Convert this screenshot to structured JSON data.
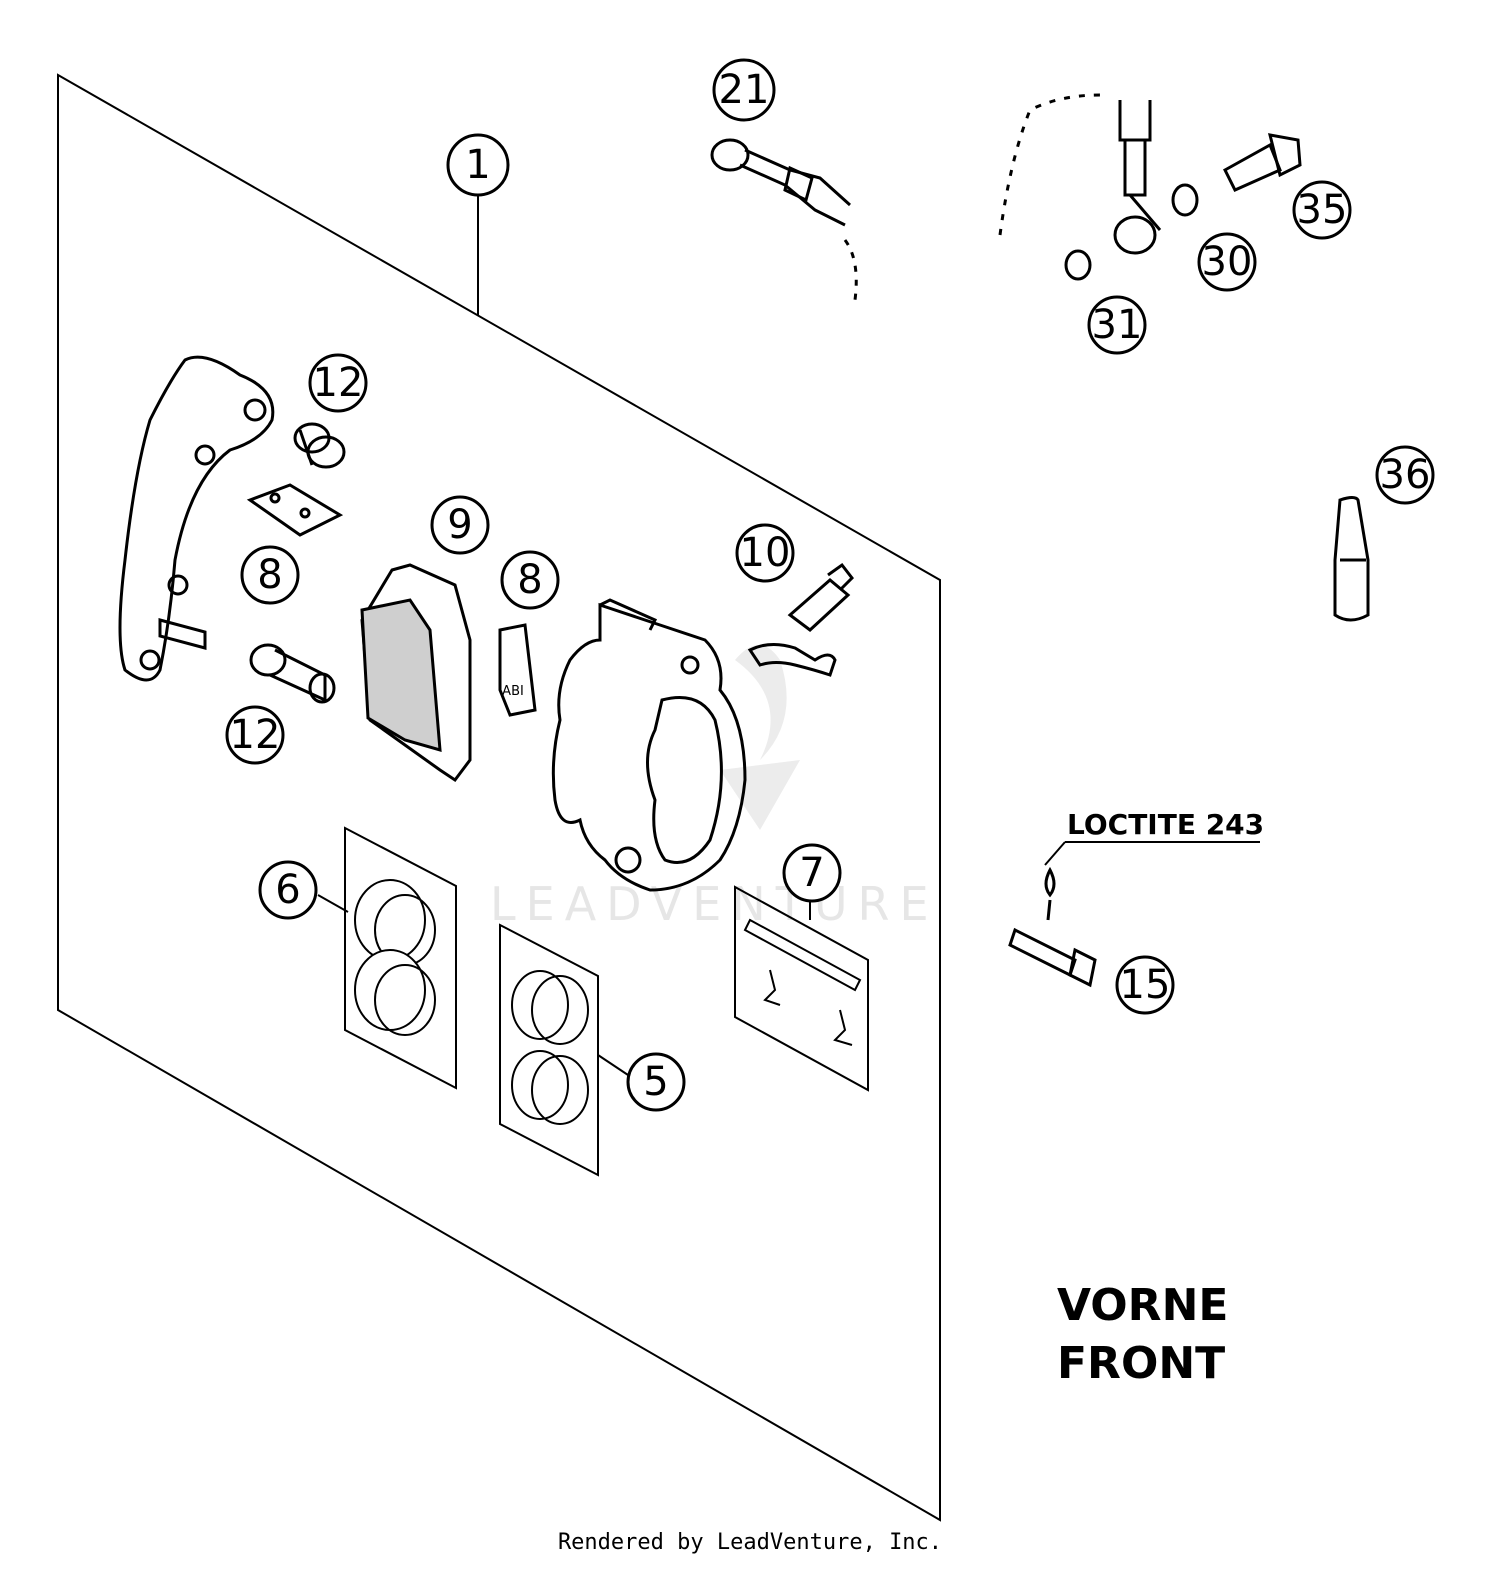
{
  "callouts": {
    "c1": "1",
    "c5": "5",
    "c6": "6",
    "c7": "7",
    "c8a": "8",
    "c8b": "8",
    "c9": "9",
    "c10": "10",
    "c12a": "12",
    "c12b": "12",
    "c15": "15",
    "c21": "21",
    "c30": "30",
    "c31": "31",
    "c35": "35",
    "c36": "36"
  },
  "labels": {
    "loctite": "LOCTITE 243",
    "vorne": "VORNE",
    "front": "FRONT",
    "pad_text": "ABI"
  },
  "watermark": "LEADVENTURE",
  "footer": "Rendered by LeadVenture, Inc."
}
